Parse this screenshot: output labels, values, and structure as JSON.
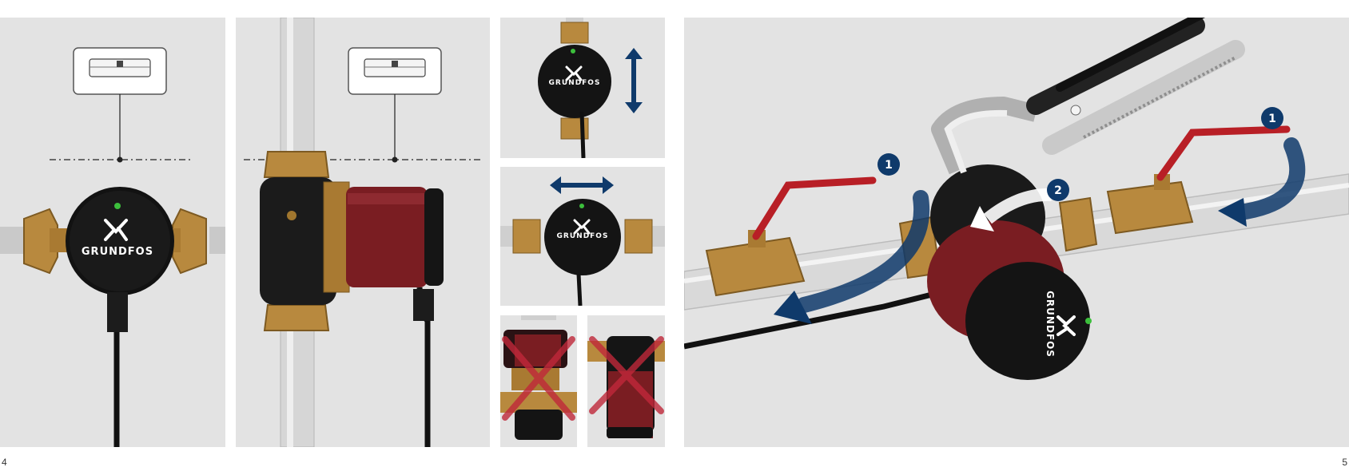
{
  "brand": {
    "name": "GRUNDFOS"
  },
  "pages": {
    "left": "4",
    "right": "5"
  },
  "steps": {
    "close_valves": "1",
    "tighten_unions": "2"
  },
  "colors": {
    "panel_bg": "#e3e3e3",
    "brass": "#b8893e",
    "pump_body": "#7a1d22",
    "valve_handle": "#b81f26",
    "arrow_blue": "#0f3a6b",
    "cross_red": "#c0283a",
    "indicator": "#3cbf3c"
  },
  "icons": [
    "spirit-level-icon",
    "vertical-arrow-icon",
    "horizontal-arrow-icon",
    "cross-icon",
    "rotate-arrow-icon",
    "wrench-icon"
  ]
}
